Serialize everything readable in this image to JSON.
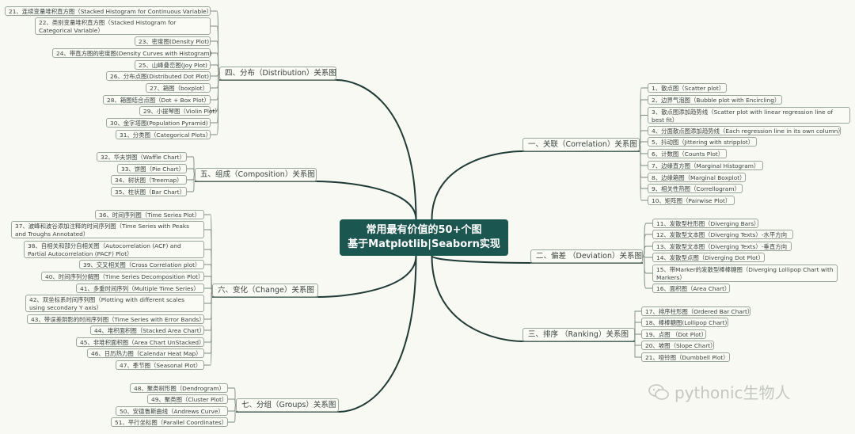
{
  "central": {
    "line1": "常用最有价值的50+个图",
    "line2": "基于Matplotlib|Seaborn实现"
  },
  "branches": [
    {
      "title": "一、关联（Correlation）关系图",
      "items": [
        "1、散点图（Scatter plot）",
        "2、边界气泡图（Bubble plot with Encircling）",
        "3、散点图添加趋势线（Scatter plot with linear regression line of best fit）",
        "4、分面散点图添加趋势线（Each regression line in its own column）",
        "5、抖动图（Jittering with stripplot）",
        "6、计数图（Counts Plot）",
        "7、边缘直方图（Marginal Histogram）",
        "8、边缘箱图（Marginal Boxplot）",
        "9、相关性热图（Correllogram）",
        "10、矩阵图（Pairwise Plot）"
      ]
    },
    {
      "title": "二、偏差 （Deviation）关系图",
      "items": [
        "11、发散型柱形图（Diverging Bars）",
        "12、发散型文本图（Diverging Texts）-水平方向",
        "13、发散型文本图（Diverging Texts）-垂直方向",
        "14、发散型点图（Diverging Dot Plot）",
        "15、带Marker的发散型棒棒糖图（Diverging Lollipop Chart with Markers）",
        "16、面积图（Area Chart）"
      ]
    },
    {
      "title": "三、排序 （Ranking）关系图",
      "items": [
        "17、排序柱形图（Ordered Bar Chart）",
        "18、棒棒糖图(Lollipop Chart)",
        "19、点图 （Dot Plot）",
        "20、坡图（Slope Chart）",
        "21、哑铃图（Dumbbell Plot）"
      ]
    },
    {
      "title": "四、分布（Distribution）关系图",
      "items": [
        "21、连续变量堆积直方图（Stacked Histogram for Continuous Variable）",
        "22、类别变量堆积直方图（Stacked Histogram for Categorical Variable）",
        "23、密度图(Density Plot)",
        "24、带直方图的密度图(Density Curves with Histogram)",
        "25、山峰叠峦图(Joy Plot)",
        "26、分布点图(Distributed Dot Plot)",
        "27、箱图（boxplot）",
        "28、箱图结合点图（Dot + Box Plot）",
        "29、小提琴图（Violin Plot）",
        "30、金字塔图(Population Pyramid)",
        "31、分类图（Categorical Plots）"
      ]
    },
    {
      "title": "五、组成（Composition）关系图",
      "items": [
        "32、华夫饼图（Waffle Chart）",
        "33、饼图（Pie Chart）",
        "34、树状图（Treemap）",
        "35、柱状图（Bar Chart）"
      ]
    },
    {
      "title": "六、变化（Change）关系图",
      "items": [
        "36、时间序列图（Time Series Plot）",
        "37、波峰和波谷添加注释的时间序列图（Time Series with Peaks and Troughs Annotated）",
        "38、自相关和部分自相关图（Autocorrelation (ACF) and Partial Autocorrelation (PACF) Plot）",
        "39、交叉相关图（Cross Correlation plot）",
        "40、时间序列分解图（Time Series Decomposition Plot）",
        "41、多重时间序列（Multiple Time Series）",
        "42、双坐标系时间序列图（Plotting with different scales using secondary Y axis）",
        "43、带误差阴影的时间序列图（Time Series with Error Bands）",
        "44、堆积面积图（Stacked Area Chart）",
        "45、非堆积面积图（Area Chart UnStacked）",
        "46、日历热力图（Calendar Heat Map）",
        "47、季节图（Seasonal Plot）"
      ]
    },
    {
      "title": "七、分组（Groups）关系图",
      "items": [
        "48、聚类树形图（Dendrogram）",
        "49、聚类图（Cluster Plot）",
        "50、安德鲁斯曲线（Andrews Curve）",
        "51、平行坐标图（Parallel Coordinates）"
      ]
    }
  ],
  "watermark": {
    "text": "pythonic生物人"
  },
  "colors": {
    "background": "#f8f9f2",
    "central": "#1c5650",
    "trunk": "#1e3b37",
    "twig": "#7c8a7e"
  }
}
